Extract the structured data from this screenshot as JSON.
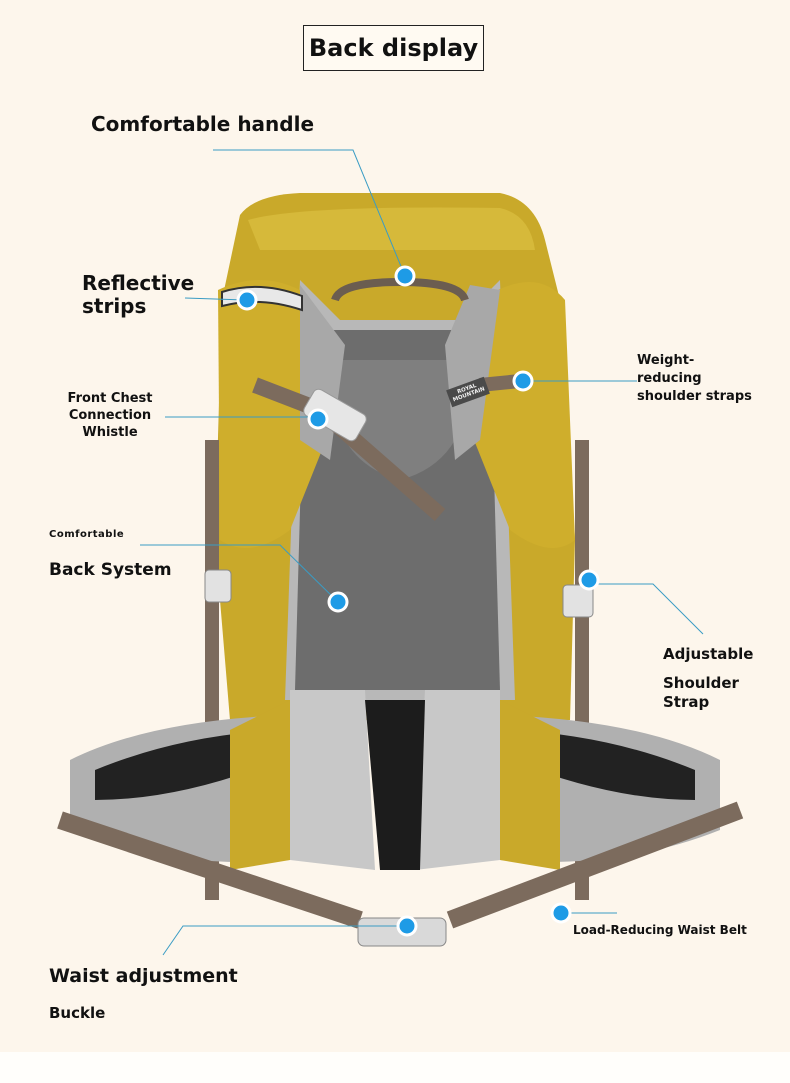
{
  "title": "Back display",
  "brand_logo_text": "ROYAL MOUNTAIN",
  "colors": {
    "background": "#fdf6ec",
    "accent_dot": "#1e9be6",
    "callout_line": "#3a9cc4",
    "body_yellow": "#c9a92a",
    "strap_brown": "#7c6b5d",
    "mesh_gray": "#6d6d6d"
  },
  "callouts": {
    "handle": {
      "text": "Comfortable handle"
    },
    "reflective": {
      "line1": "Reflective",
      "line2": "strips"
    },
    "chest": {
      "line1": "Front Chest",
      "line2": "Connection",
      "line3": "Whistle"
    },
    "back": {
      "small": "Comfortable",
      "main": "Back System"
    },
    "weight": {
      "line1": "Weight-",
      "line2": "reducing",
      "line3": "shoulder straps"
    },
    "adjustable": {
      "line1": "Adjustable",
      "line2": "Shoulder",
      "line3": "Strap"
    },
    "waist_belt": {
      "text": "Load-Reducing Waist Belt"
    },
    "buckle": {
      "main": "Waist adjustment",
      "sub": "Buckle"
    }
  }
}
